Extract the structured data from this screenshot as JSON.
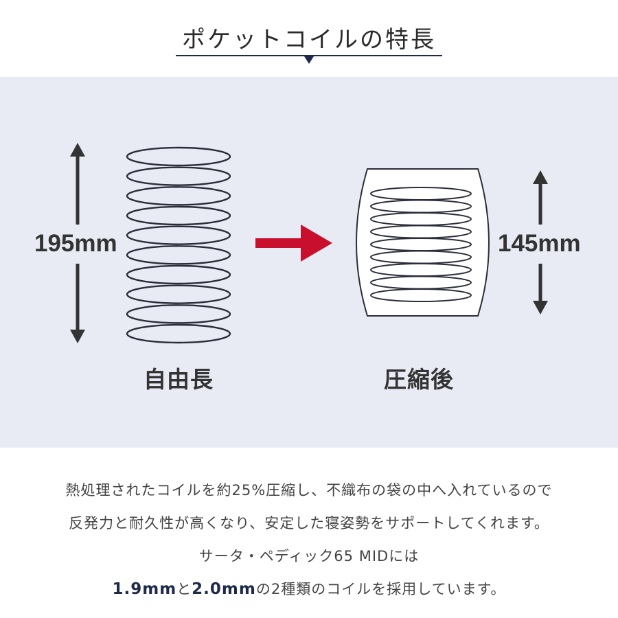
{
  "heading": {
    "title": "ポケットコイルの特長"
  },
  "diagram": {
    "free_length": {
      "measure": "195mm",
      "label": "自由長"
    },
    "compressed": {
      "measure": "145mm",
      "label": "圧縮後"
    },
    "colors": {
      "coil": "#2b2e3a",
      "dimension_arrow": "#333333",
      "direction_arrow": "#c8102e",
      "panel_background": "#e8ebf4",
      "accent_navy": "#1e2a4a"
    }
  },
  "description": {
    "line1": "熱処理されたコイルを約25%圧縮し、不織布の袋の中へ入れているので",
    "line2": "反発力と耐久性が高くなり、安定した寝姿勢をサポートしてくれます。",
    "line3": "サータ・ペディック65 MIDには",
    "line4_part1": "1.9mm",
    "line4_part2": "と",
    "line4_part3": "2.0mm",
    "line4_part4": "の2種類のコイルを採用しています。"
  }
}
